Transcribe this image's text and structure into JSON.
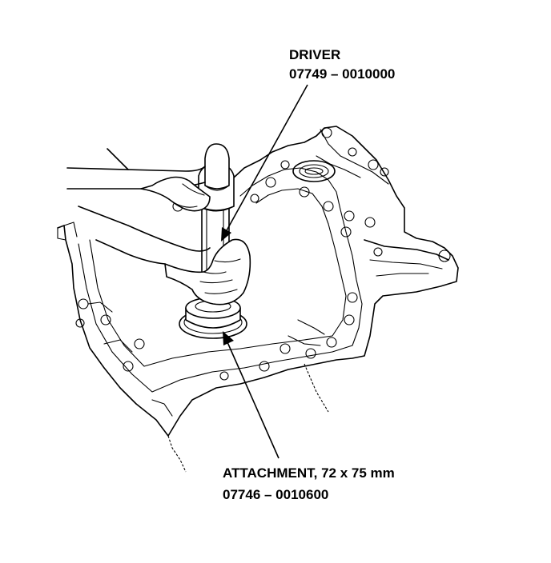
{
  "callouts": {
    "driver": {
      "name": "DRIVER",
      "part_number": "07749 – 0010000"
    },
    "attachment": {
      "name": "ATTACHMENT, 72 x 75 mm",
      "part_number": "07746 – 0010600"
    }
  },
  "colors": {
    "ink": "#000000",
    "paper": "#ffffff"
  }
}
